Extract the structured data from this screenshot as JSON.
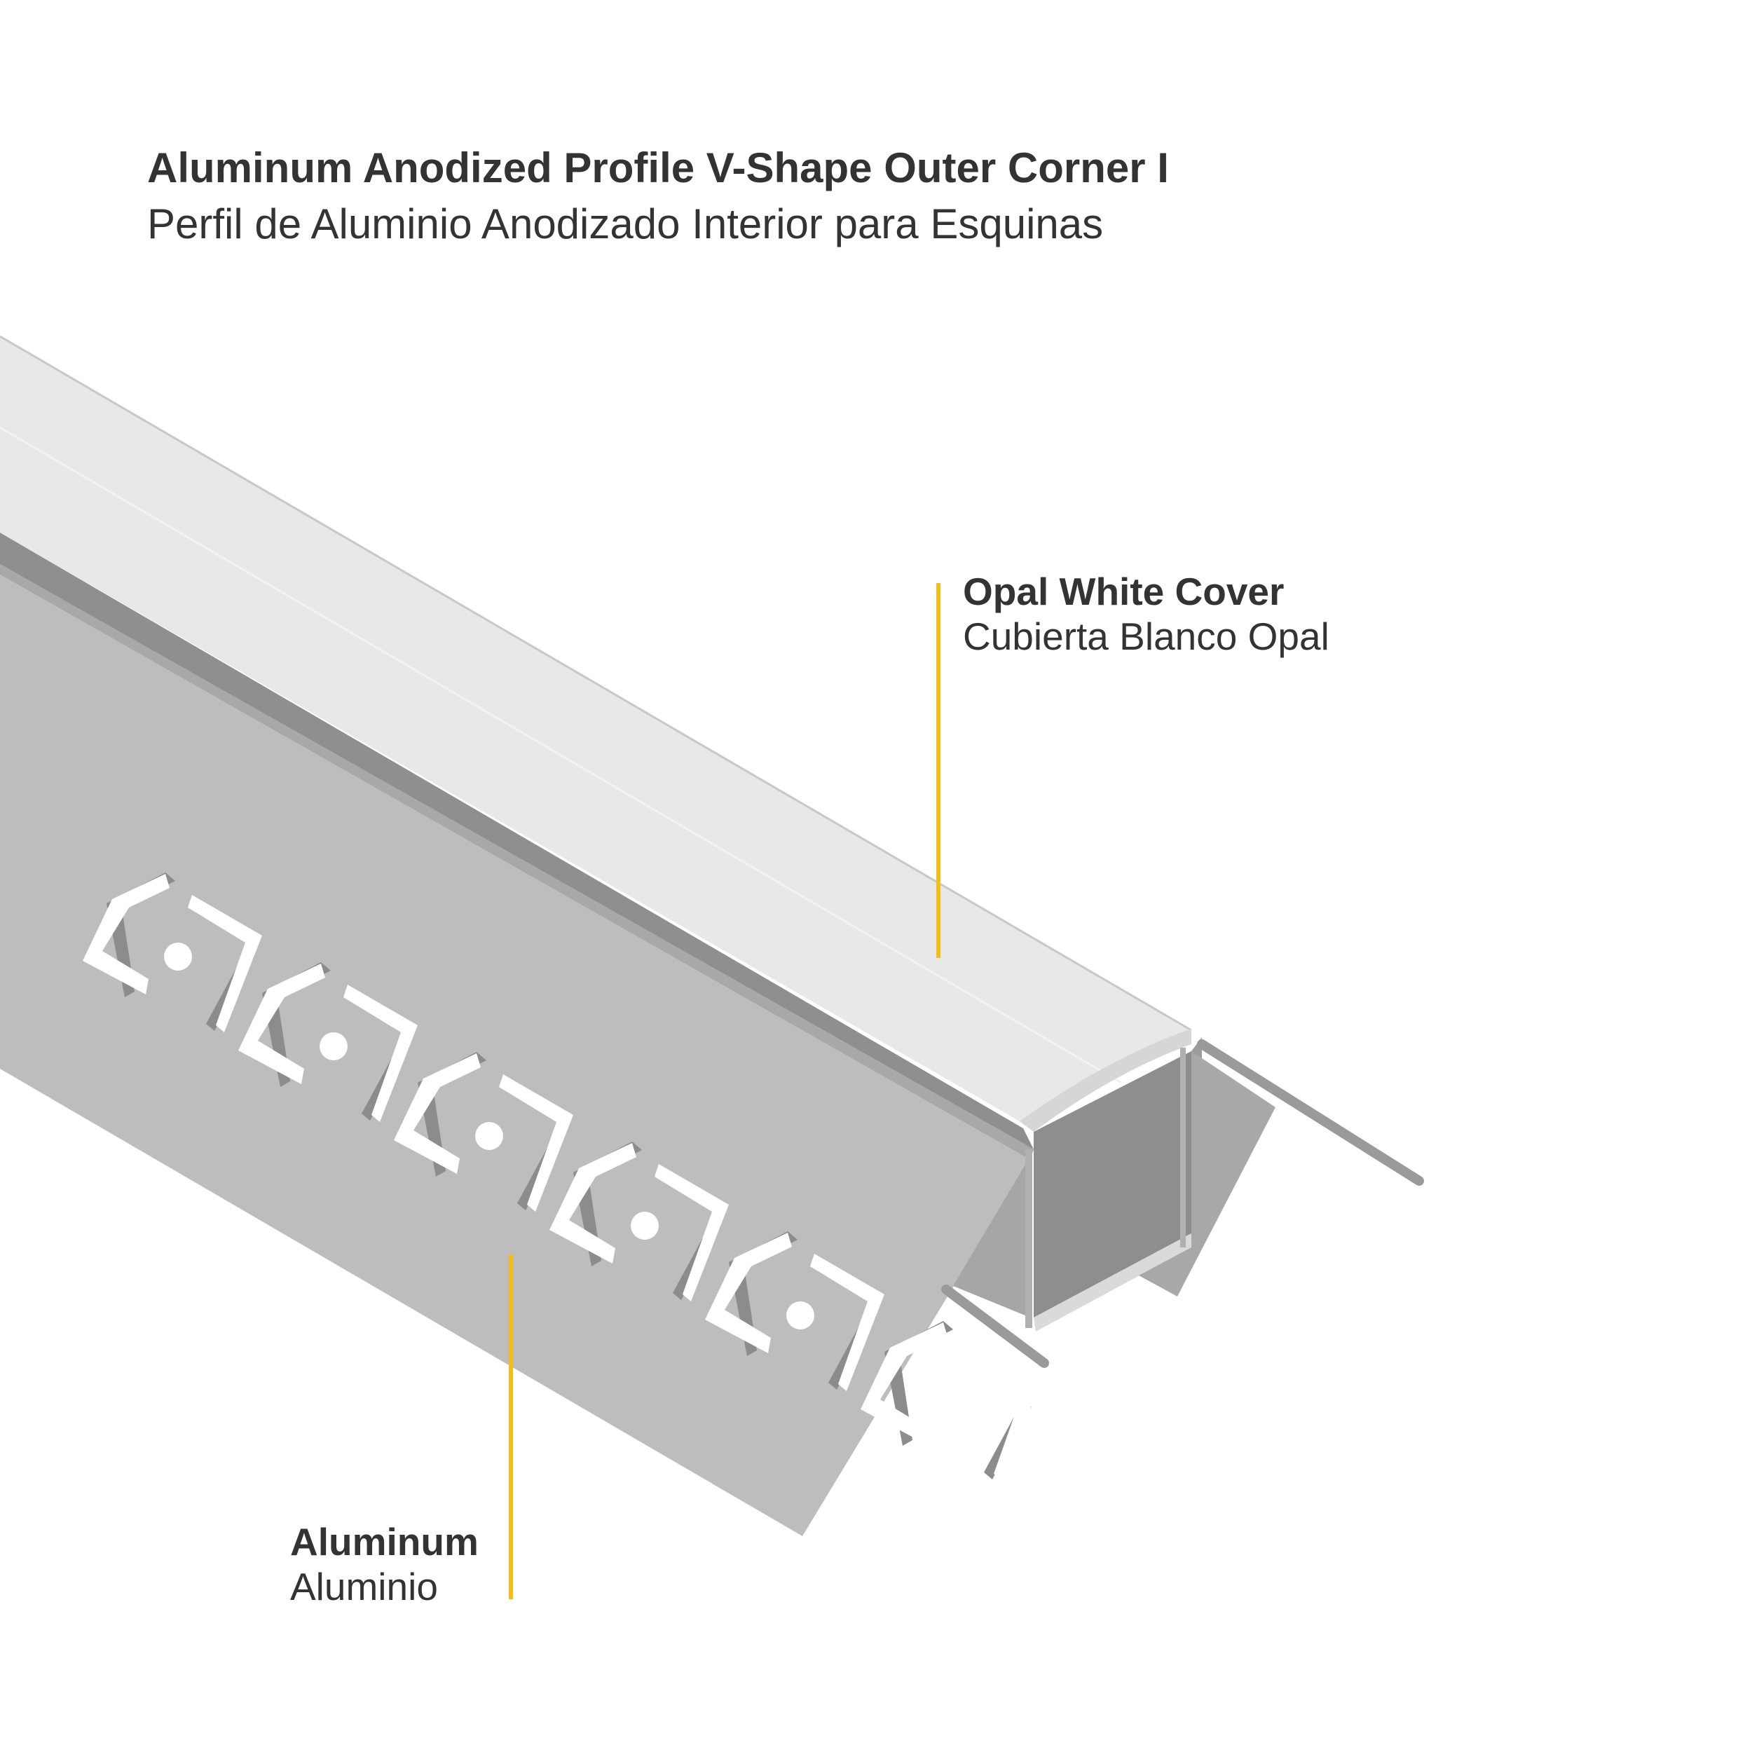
{
  "title": {
    "line1": "Aluminum Anodized Profile V-Shape Outer Corner I",
    "line2": "Perfil de Aluminio Anodizado Interior para Esquinas"
  },
  "callouts": {
    "cover": {
      "en": "Opal White Cover",
      "es": "Cubierta Blanco Opal"
    },
    "aluminum": {
      "en": "Aluminum",
      "es": "Aluminio"
    }
  },
  "colors": {
    "leader": "#F2BE1A",
    "text": "#333333",
    "cover": "#E8E8E8",
    "aluminum": "#BDBDBD",
    "aluminum_dark": "#8A8A8A"
  },
  "holes": {
    "count": 6
  }
}
